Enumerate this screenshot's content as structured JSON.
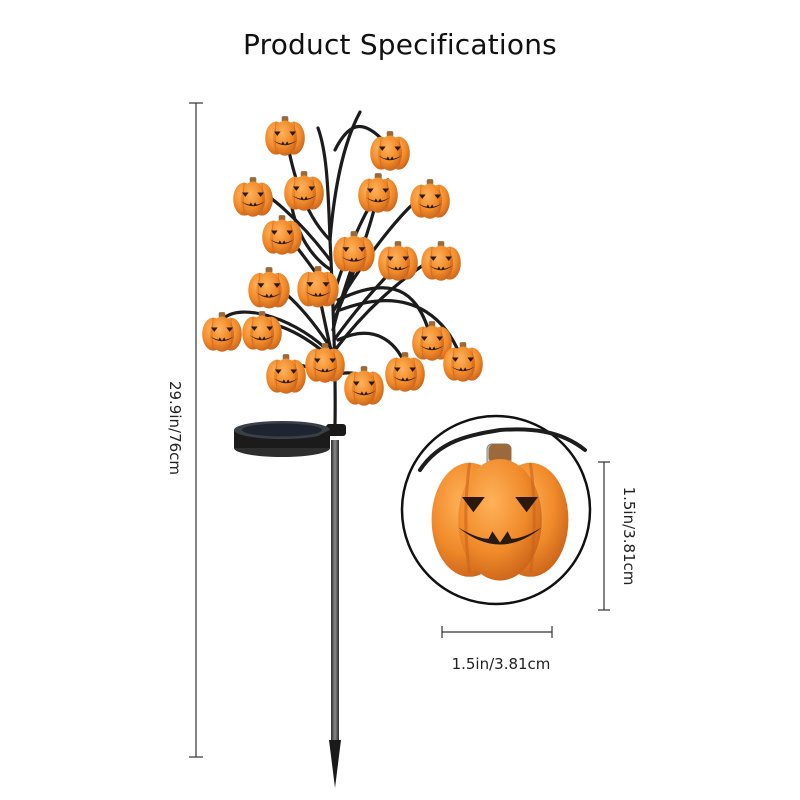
{
  "title": "Product Specifications",
  "dimensions": {
    "total_height": "29.9in/76cm",
    "pumpkin_height": "1.5in/3.81cm",
    "pumpkin_width": "1.5in/3.81cm"
  },
  "colors": {
    "pumpkin": "#f08a2a",
    "pumpkin_shadow": "#c9621a",
    "face": "#2a1a0e",
    "branch": "#1c1c1c",
    "stake": "#555555"
  }
}
